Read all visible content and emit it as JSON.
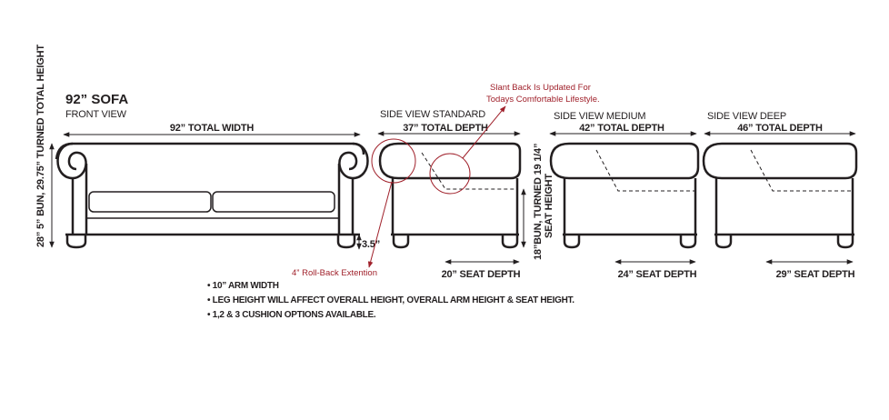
{
  "title": "92” SOFA",
  "subtitle": "FRONT VIEW",
  "front": {
    "total_width": "92” TOTAL WIDTH",
    "total_height": "28” 5” BUN, 29.75” TURNED TOTAL HEIGHT",
    "leg_height": "3.5”"
  },
  "side_standard": {
    "label": "SIDE VIEW STANDARD",
    "total_depth": "37” TOTAL DEPTH",
    "seat_depth": "20” SEAT DEPTH",
    "seat_height_line1": "18”BUN, TURNED 19 1/4”",
    "seat_height_line2": "SEAT HEIGHT"
  },
  "side_medium": {
    "label": "SIDE VIEW MEDIUM",
    "total_depth": "42” TOTAL DEPTH",
    "seat_depth": "24” SEAT DEPTH"
  },
  "side_deep": {
    "label": "SIDE VIEW DEEP",
    "total_depth": "46” TOTAL DEPTH",
    "seat_depth": "29” SEAT DEPTH"
  },
  "callouts": {
    "slant_line1": "Slant Back Is Updated For",
    "slant_line2": "Todays Comfortable Lifestyle.",
    "rollback": "4” Roll-Back Extention"
  },
  "notes": [
    "• 10” ARM WIDTH",
    "• LEG HEIGHT WILL AFFECT OVERALL HEIGHT, OVERALL ARM HEIGHT & SEAT HEIGHT.",
    "• 1,2 & 3 CUSHION OPTIONS AVAILABLE."
  ],
  "colors": {
    "line": "#231f20",
    "accent": "#a0212b"
  }
}
